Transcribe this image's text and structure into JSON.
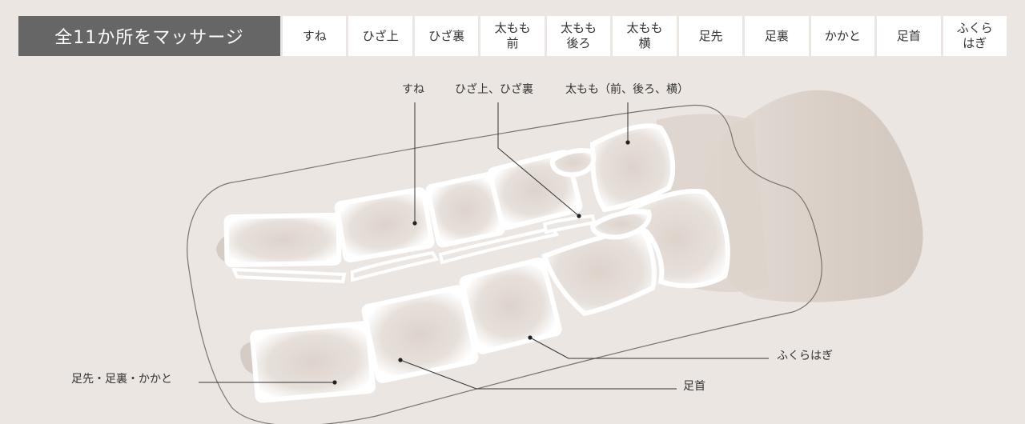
{
  "header": {
    "title": "全11か所をマッサージ",
    "zones": [
      {
        "label": "すね"
      },
      {
        "label": "ひざ上"
      },
      {
        "label": "ひざ裏"
      },
      {
        "label": "太もも\n前"
      },
      {
        "label": "太もも\n後ろ"
      },
      {
        "label": "太もも\n横"
      },
      {
        "label": "足先"
      },
      {
        "label": "足裏"
      },
      {
        "label": "かかと"
      },
      {
        "label": "足首"
      },
      {
        "label": "ふくら\nはぎ"
      }
    ]
  },
  "callouts": {
    "sune": "すね",
    "hiza": "ひざ上、ひざ裏",
    "momo": "太もも（前、後ろ、横）",
    "fukurahagi": "ふくらはぎ",
    "ashikubi": "足首",
    "ashisaki": "足先・足裏・かかと"
  },
  "colors": {
    "background": "#ebe6e2",
    "title_bg": "#666666",
    "zone_bg": "#ffffff",
    "leg_shadow": "#d8cfc8"
  }
}
